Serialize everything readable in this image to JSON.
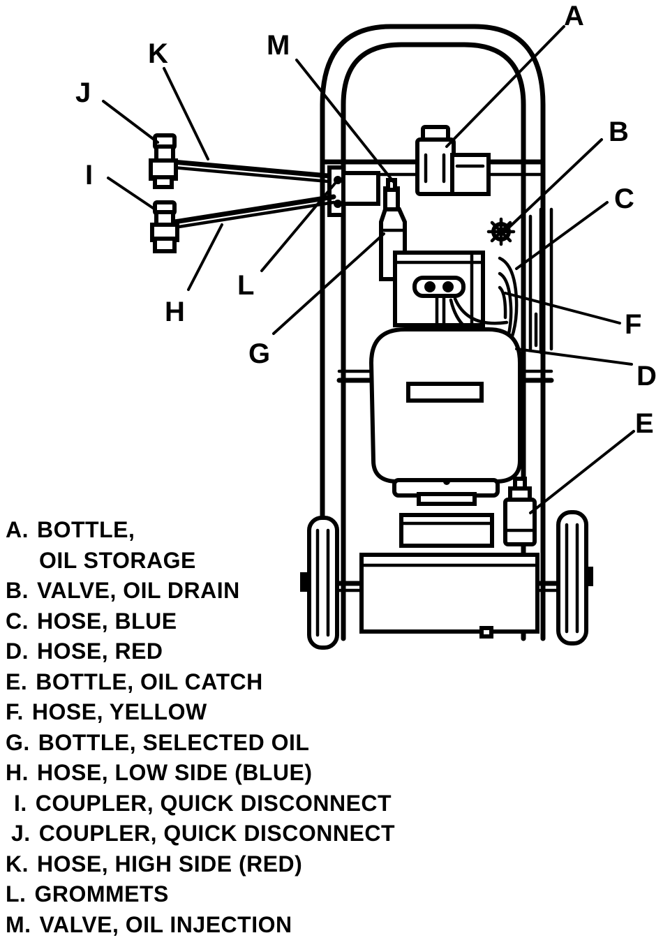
{
  "callouts": {
    "A": "A",
    "B": "B",
    "C": "C",
    "D": "D",
    "E": "E",
    "F": "F",
    "G": "G",
    "H": "H",
    "I": "I",
    "J": "J",
    "K": "K",
    "L": "L",
    "M": "M"
  },
  "legend": [
    {
      "letter": "A.",
      "text": "BOTTLE,"
    },
    {
      "letter": "",
      "text": "OIL STORAGE"
    },
    {
      "letter": "B.",
      "text": "VALVE, OIL DRAIN"
    },
    {
      "letter": "C.",
      "text": "HOSE, BLUE"
    },
    {
      "letter": "D.",
      "text": "HOSE, RED"
    },
    {
      "letter": "E.",
      "text": "BOTTLE, OIL CATCH"
    },
    {
      "letter": "F.",
      "text": "HOSE, YELLOW"
    },
    {
      "letter": "G.",
      "text": "BOTTLE, SELECTED OIL"
    },
    {
      "letter": "H.",
      "text": "HOSE, LOW SIDE (BLUE)"
    },
    {
      "letter": "I.",
      "text": "COUPLER, QUICK DISCONNECT"
    },
    {
      "letter": "J.",
      "text": "COUPLER, QUICK DISCONNECT"
    },
    {
      "letter": "K.",
      "text": "HOSE, HIGH SIDE (RED)"
    },
    {
      "letter": "L.",
      "text": "GROMMETS"
    },
    {
      "letter": "M.",
      "text": "VALVE, OIL INJECTION"
    }
  ]
}
